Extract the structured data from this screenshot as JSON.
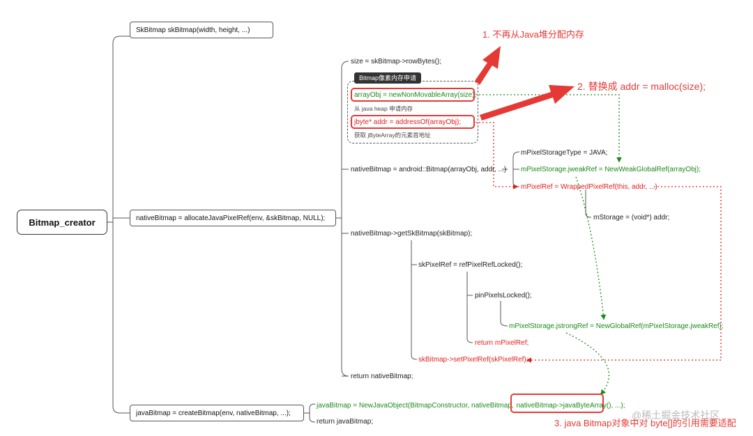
{
  "root": "Bitmap_creator",
  "top_nodes": {
    "skbitmap": "SkBitmap skBitmap(width, height, ...)",
    "allocate": "nativeBitmap = allocateJavaPixelRef(env, &skBitmap, NULL);",
    "create": "javaBitmap = createBitmap(env, nativeBitmap, ...);"
  },
  "alloc_children": {
    "size": "size = skBitmap->rowBytes();",
    "group_title": "Bitmap像素内存申请",
    "array_obj": "arrayObj = newNonMovableArray(size);",
    "array_obj_note": "从 java heap 申请内存",
    "addr": "jbyte* addr = addressOf(arrayObj);",
    "addr_note": "获取 jByteArray的元素首地址",
    "native_bitmap": "nativeBitmap = android::Bitmap(arrayObj, addr, ...)",
    "get_sk": "nativeBitmap->getSkBitmap(skBitmap);",
    "return_native": "return nativeBitmap;"
  },
  "bitmap_ctor": {
    "storage_type": "mPixelStorageType = JAVA;",
    "weak_ref": "mPixelStorage.jweakRef = NewWeakGlobalRef(arrayObj);",
    "pixel_ref": "mPixelRef = WrappedPixelRef(this, addr, ...)",
    "storage": "mStorage = (void*) addr;"
  },
  "get_sk_children": {
    "ref_locked": "skPixelRef = refPixelRefLocked();",
    "pin": "pinPixelsLocked();",
    "strong_ref": "mPixelStorage.jstrongRef = NewGlobalRef(mPixelStorage.jweakRef);",
    "return_pixel": "return mPixelRef;",
    "set_pixel": "skBitmap->setPixelRef(skPixelRef);"
  },
  "create_children": {
    "new_java_pre": "javaBitmap = NewJavaObject(BitmapConstructor, nativeBitmap,",
    "new_java_hl": "nativeBitmap->javaByteArray()",
    "new_java_post": ", ...);",
    "return_java": "return javaBitmap;"
  },
  "annotations": {
    "a1": "1. 不再从Java堆分配内存",
    "a2": "2. 替换成 addr = malloc(size);",
    "a3": "3. java Bitmap对象中对 byte[]的引用需要适配"
  },
  "watermark": "@稀土掘金技术社区",
  "colors": {
    "green": "#1a8a1a",
    "red": "#e02020",
    "highlight": "#e53935"
  }
}
